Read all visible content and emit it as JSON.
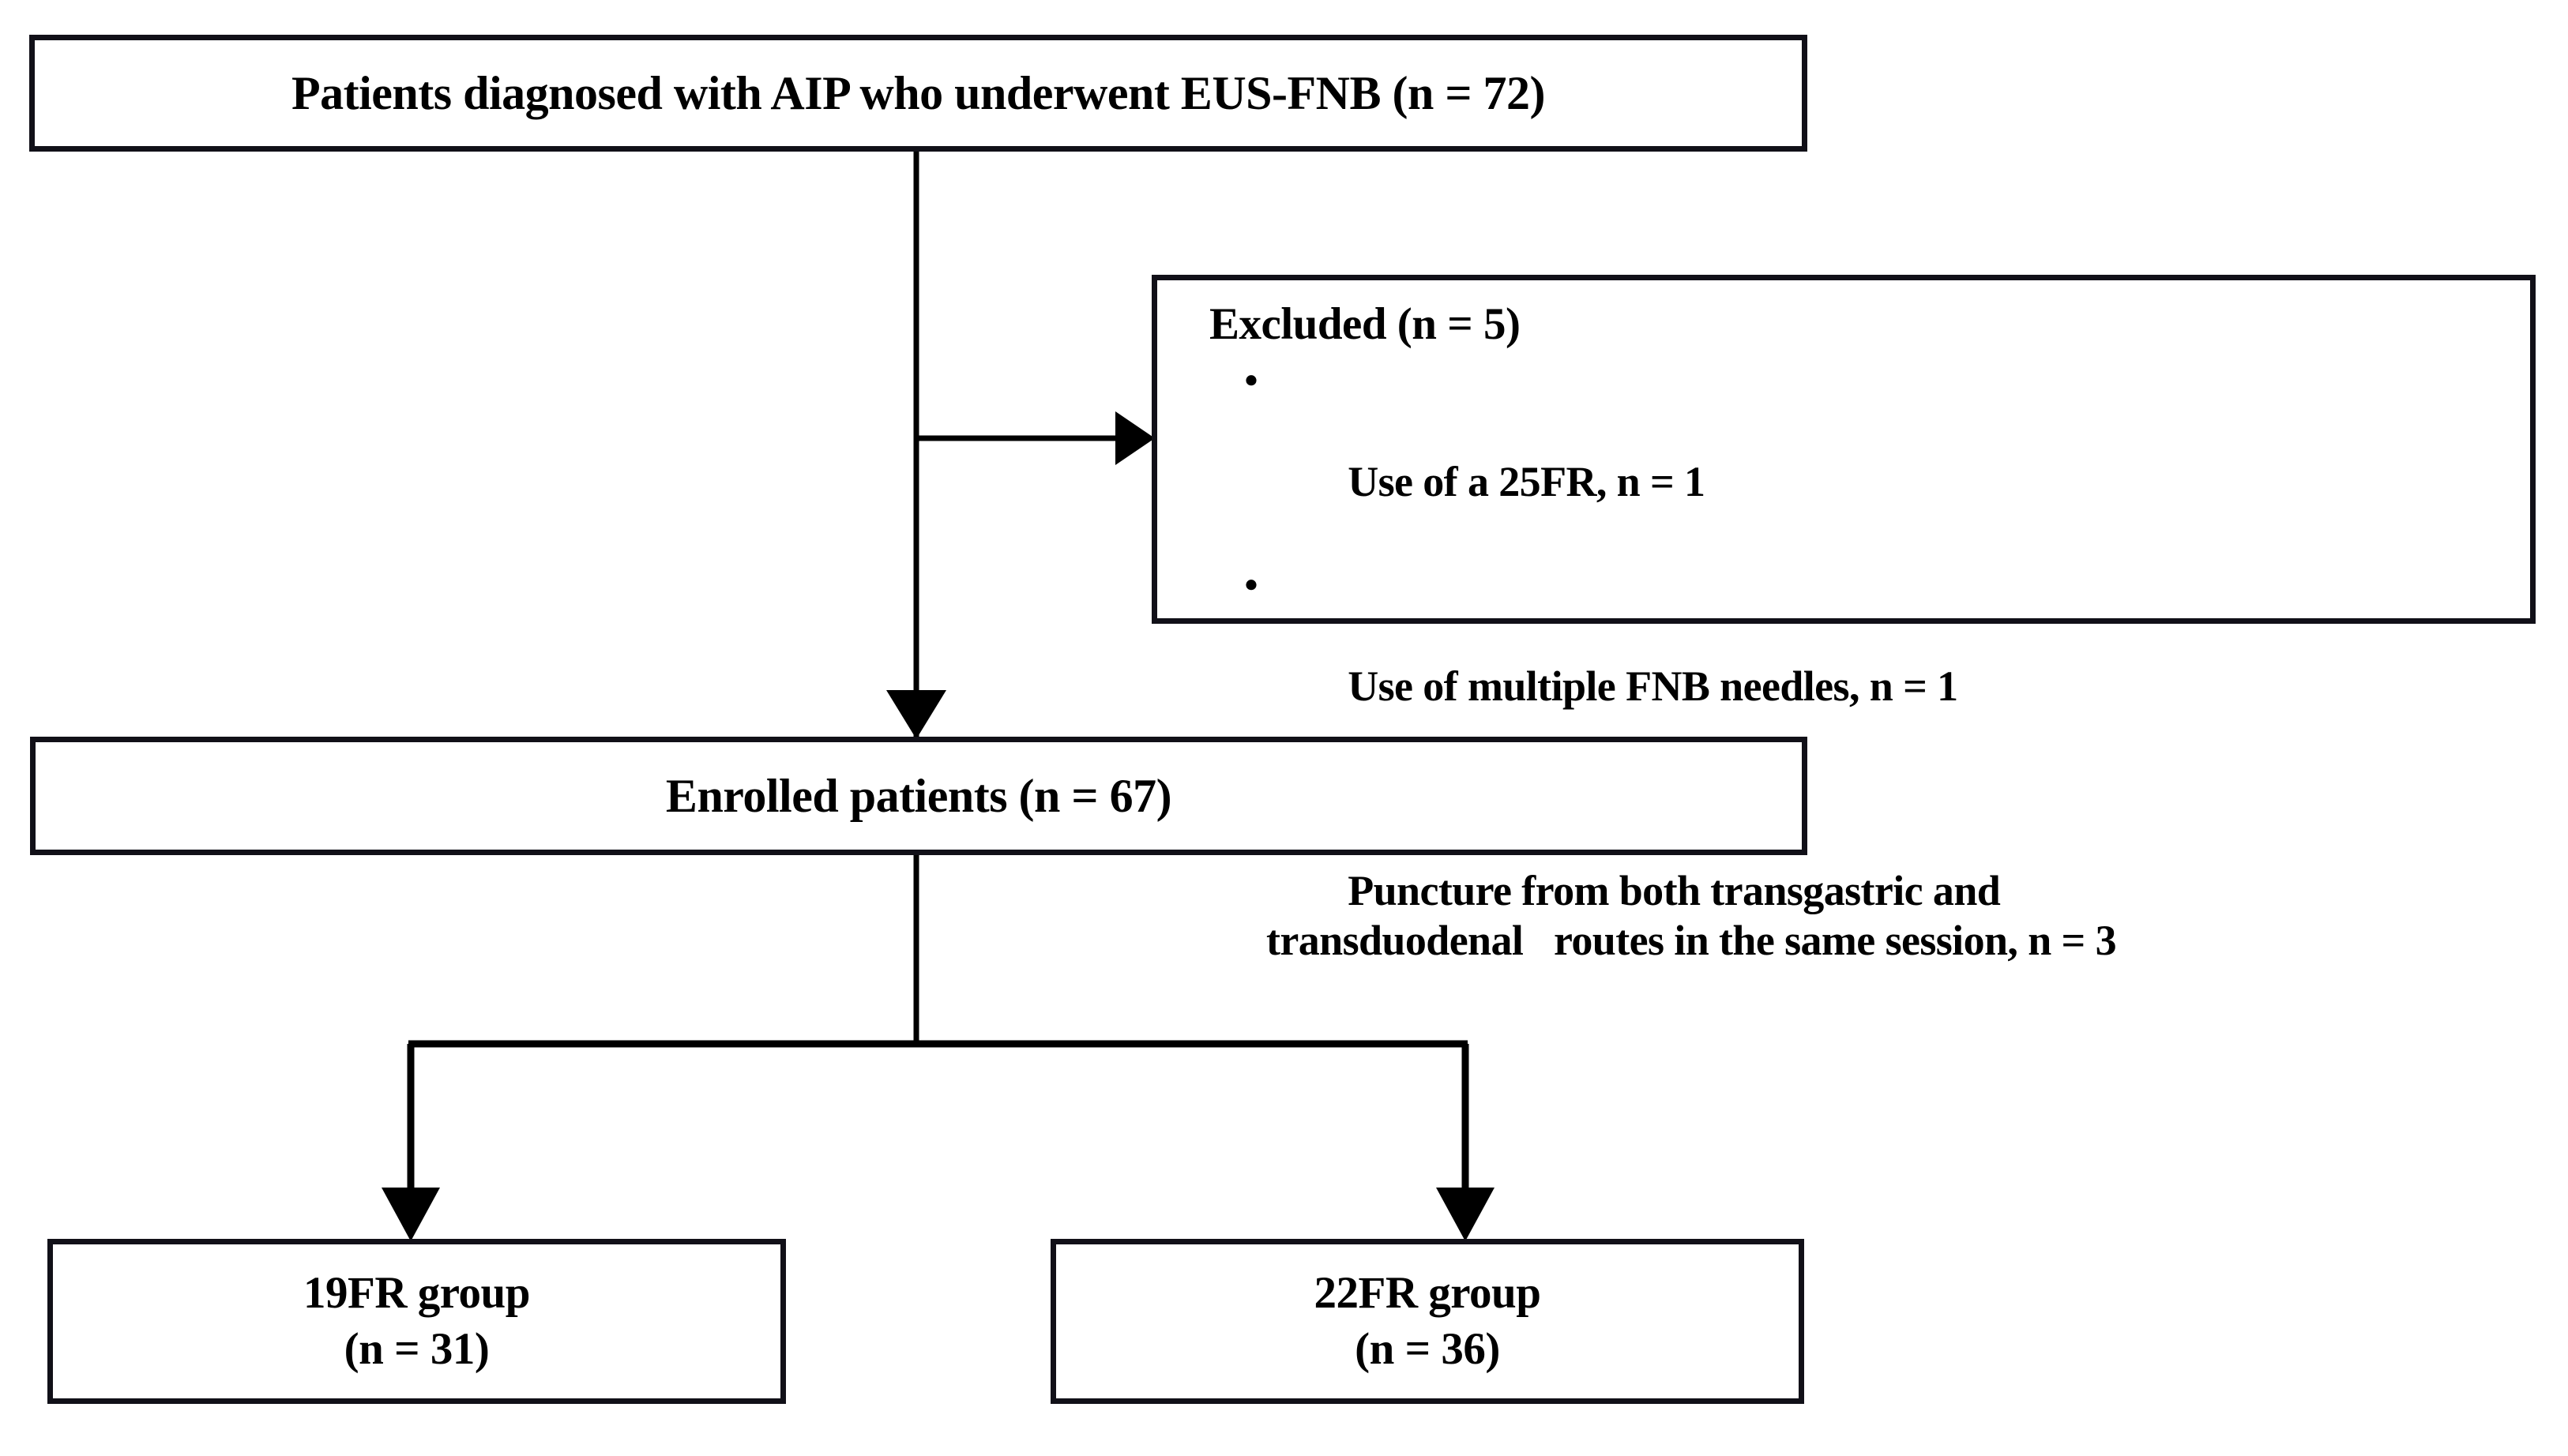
{
  "diagram": {
    "title": "Study flow diagram of patients diagnosed with AIP who underwent EUS-FNB",
    "nodes": {
      "top": {
        "label": "Patients diagnosed with AIP who underwent EUS-FNB (n = 72)",
        "n": 72
      },
      "excluded": {
        "title": "Excluded (n = 5)",
        "n": 5,
        "reasons": [
          {
            "bullet": "・",
            "text": "Use of a 25FR, n = 1",
            "n": 1
          },
          {
            "bullet": "・",
            "text": "Use of multiple FNB needles, n = 1",
            "n": 1
          },
          {
            "bullet": "・",
            "text": "Puncture from both transgastric and\ntransduodenal   routes in the same session, n = 3",
            "n": 3
          }
        ]
      },
      "enrolled": {
        "label": "Enrolled patients (n = 67)",
        "n": 67
      },
      "group_19fr": {
        "line1": "19FR group",
        "line2": "(n = 31)",
        "n": 31
      },
      "group_22fr": {
        "line1": "22FR group",
        "line2": "(n = 36)",
        "n": 36
      }
    },
    "colors": {
      "box_border": "#111018",
      "connector": "#000000",
      "background": "#ffffff",
      "text": "#000000"
    }
  }
}
